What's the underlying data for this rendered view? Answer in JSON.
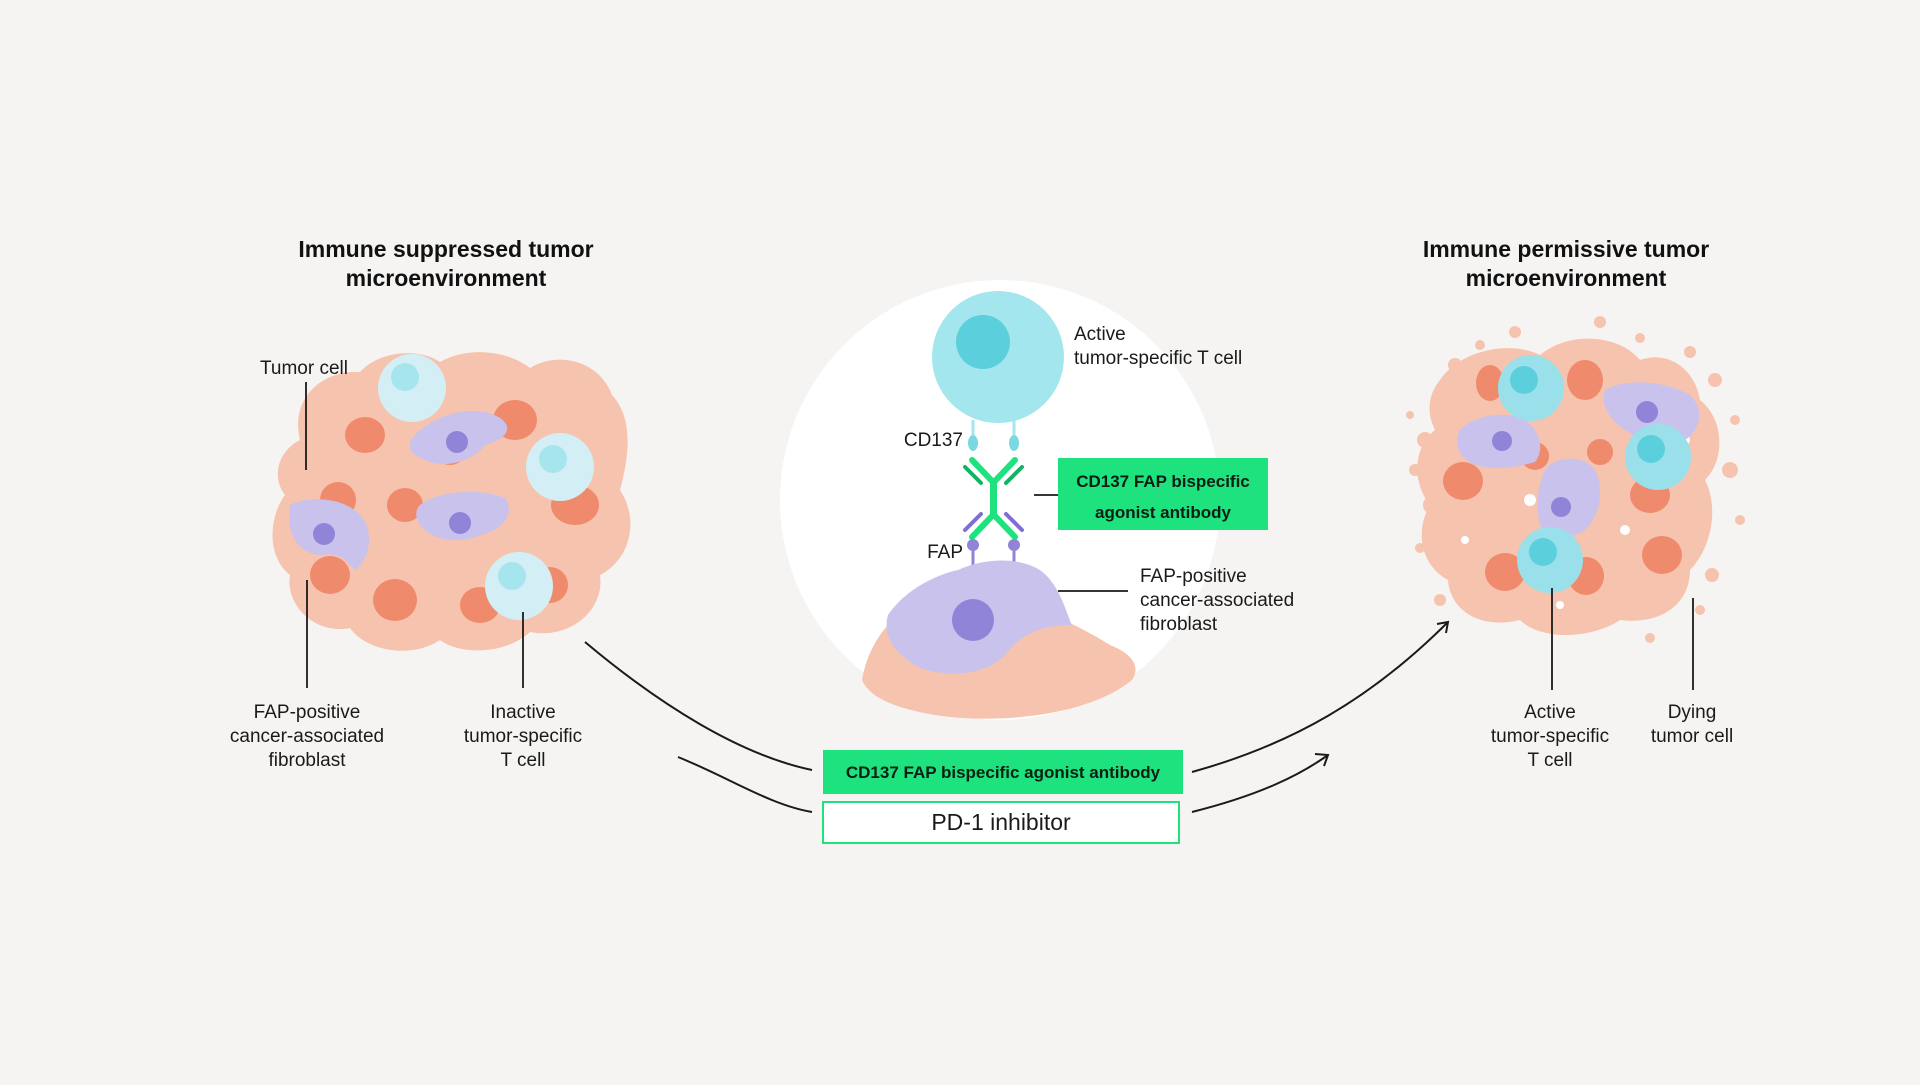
{
  "left_panel": {
    "title_line1": "Immune suppressed tumor",
    "title_line2": "microenvironment",
    "labels": {
      "tumor_cell": "Tumor cell",
      "fibroblast": [
        "FAP-positive",
        "cancer-associated",
        "fibroblast"
      ],
      "inactive_tcell": [
        "Inactive",
        "tumor-specific",
        "T cell"
      ]
    }
  },
  "center_panel": {
    "active_tcell": [
      "Active",
      "tumor-specific T cell"
    ],
    "cd137": "CD137",
    "fap": "FAP",
    "antibody_box": [
      "CD137 FAP bispecific",
      "agonist antibody"
    ],
    "fibroblast": [
      "FAP-positive",
      "cancer-associated",
      "fibroblast"
    ]
  },
  "treatment": {
    "antibody": "CD137 FAP bispecific agonist antibody",
    "pd1": "PD-1 inhibitor"
  },
  "right_panel": {
    "title_line1": "Immune permissive tumor",
    "title_line2": "microenvironment",
    "labels": {
      "active_tcell": [
        "Active",
        "tumor-specific",
        "T cell"
      ],
      "dying_cell": [
        "Dying",
        "tumor cell"
      ]
    }
  },
  "colors": {
    "background": "#f5f4f2",
    "tumor_tissue": "#f6c3ae",
    "tumor_nucleus": "#f08a6c",
    "fibroblast": "#c9c2ec",
    "fibroblast_nucleus": "#8f84d8",
    "inactive_tcell": "#d3eff5",
    "active_tcell": "#9ae0ea",
    "tcell_nucleus": "#5ccfdc",
    "antibody_green": "#1ee27e",
    "antibody_dark_green": "#12b363",
    "fap_purple": "#8f84d8"
  }
}
